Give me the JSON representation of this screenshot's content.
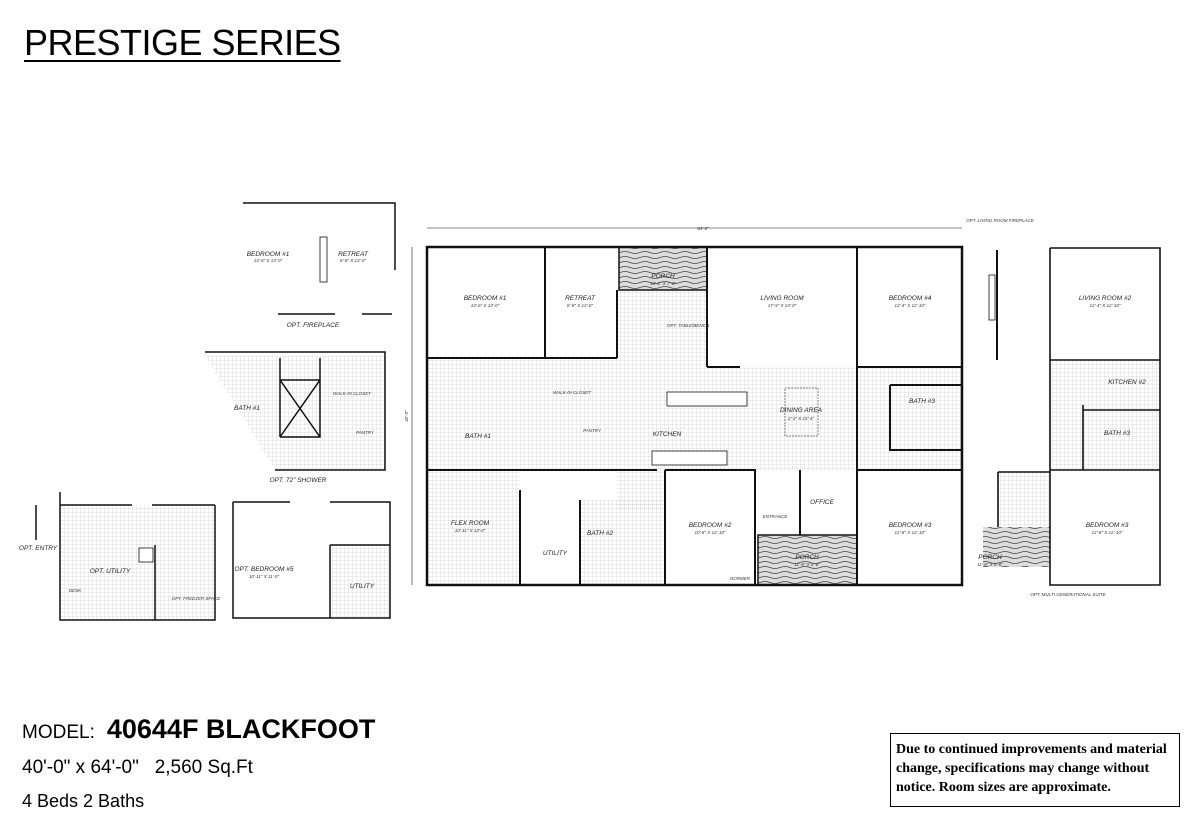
{
  "series_title": "PRESTIGE SERIES",
  "model": {
    "key": "MODEL:",
    "name": "40644F BLACKFOOT",
    "dimensions": "40'-0\" x 64'-0\"",
    "sqft": "2,560 Sq.Ft",
    "beds_baths": "4 Beds 2 Baths"
  },
  "disclaimer": "Due to continued improvements and material change, specifications may change without notice. Room sizes are approximate.",
  "plan": {
    "width_dim": "64'-0\"",
    "depth_dim": "40'-0\"",
    "rooms": {
      "bedroom1": {
        "name": "BEDROOM #1",
        "size": "13'-6\" X 13'-0\""
      },
      "retreat": {
        "name": "RETREAT",
        "size": "8'-8\" X 13'-0\""
      },
      "porch_top": {
        "name": "PORCH",
        "size": "10'-2\" X 7'-6\""
      },
      "table_bench": "OPT. TABLE/BENCH",
      "living": {
        "name": "LIVING ROOM",
        "size": "17'-5\" X 13'-0\""
      },
      "bedroom4": {
        "name": "BEDROOM #4",
        "size": "12'-4\" X 12'-10\""
      },
      "kitchen": "KITCHEN",
      "dining": {
        "name": "DINING AREA",
        "size": "2'-3\" X 15'-4\""
      },
      "bath1": "BATH #1",
      "walkin": "WALK-IN CLOSET",
      "pantry": "PANTRY",
      "bath3": "BATH #3",
      "flex": {
        "name": "FLEX ROOM",
        "size": "10'-11\" X 13'-0\""
      },
      "utility": "UTILITY",
      "bath2": "BATH #2",
      "bedroom2": {
        "name": "BEDROOM #2",
        "size": "10'-8\" X 12'-10\""
      },
      "office": "OFFICE",
      "entrance": "ENTRANCE",
      "porch_bottom": {
        "name": "PORCH",
        "size": "11'-8\" X 5'-6\""
      },
      "bedroom3": {
        "name": "BEDROOM #3",
        "size": "12'-8\" X 12'-10\""
      },
      "dormer": "DORMER"
    },
    "options": {
      "fireplace": "OPT. FIREPLACE",
      "opt_bedroom1": {
        "name": "BEDROOM #1",
        "size": "13'-6\" X 13'-0\""
      },
      "opt_retreat": {
        "name": "RETREAT",
        "size": "8'-8\" X 13'-0\""
      },
      "shower": "OPT. 72\" SHOWER",
      "opt_bath1": "BATH #1",
      "opt_walkin": "WALK-IN CLOSET",
      "opt_pantry": "PANTRY",
      "opt_entry": "OPT. ENTRY",
      "opt_utility": "OPT. UTILITY",
      "freezer": "OPT. FREEZER SPACE",
      "desk": "DESK",
      "opt_bedroom5": {
        "name": "OPT. BEDROOM #5",
        "size": "10'-11\" X 11'-0\""
      },
      "opt_utility2": "UTILITY",
      "lr_fireplace": "OPT. LIVING ROOM FIREPLACE",
      "living2": {
        "name": "LIVING ROOM #2",
        "size": "12'-4\" X 12'-10\""
      },
      "kitchen2": "KITCHEN #2",
      "suite_bath3": "BATH #3",
      "suite_bedroom3": {
        "name": "BEDROOM #3",
        "size": "12'-8\" X 12'-10\""
      },
      "suite_porch": {
        "name": "PORCH",
        "size": "11'-8\" X 5'-6\""
      },
      "suite": "OPT. MULTI-GENERATIONAL SUITE"
    }
  }
}
